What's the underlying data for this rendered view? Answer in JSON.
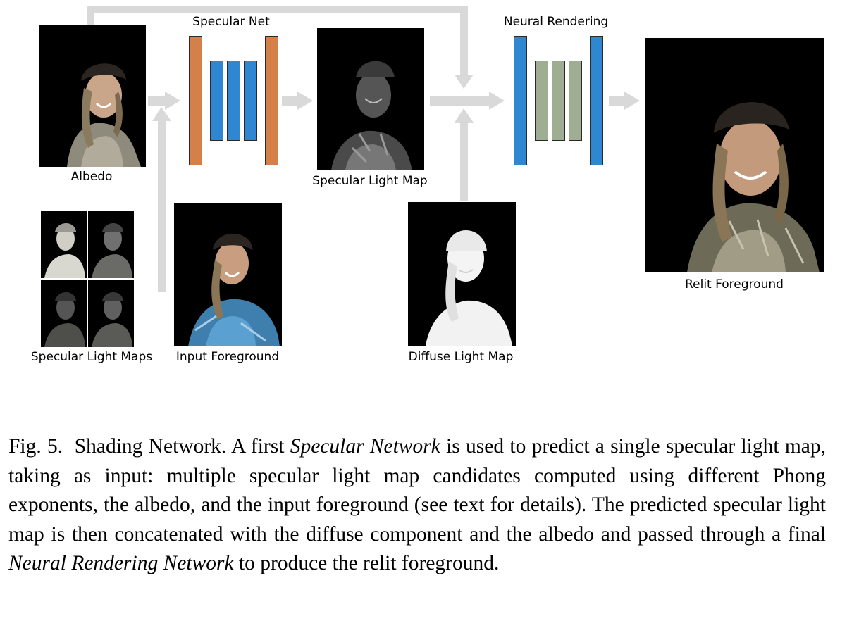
{
  "figure": {
    "labels": {
      "albedo": "Albedo",
      "specular_net": "Specular Net",
      "specular_light_map": "Specular Light Map",
      "neural_rendering": "Neural Rendering",
      "relit_foreground": "Relit Foreground",
      "specular_light_maps": "Specular Light Maps",
      "input_foreground": "Input Foreground",
      "diffuse_light_map": "Diffuse Light Map"
    },
    "colors": {
      "specular_net_outer": "#d4804a",
      "specular_net_inner": "#2f86d1",
      "neural_outer": "#2f86d1",
      "neural_inner": "#9fae92",
      "arrow": "#d9d9d9"
    }
  },
  "caption": {
    "fig_number": "Fig. 5.",
    "title": "Shading Network.",
    "text_1": "A first",
    "emph_1": "Specular Network",
    "text_2": "is used to predict a single specular light map, taking as input: multiple specular light map candidates computed using different Phong exponents, the albedo, and the input foreground (see text for details). The predicted specular light map is then concatenated with the diffuse component and the albedo and passed through a final",
    "emph_2": "Neural Rendering Network",
    "text_3": "to produce the relit foreground."
  }
}
